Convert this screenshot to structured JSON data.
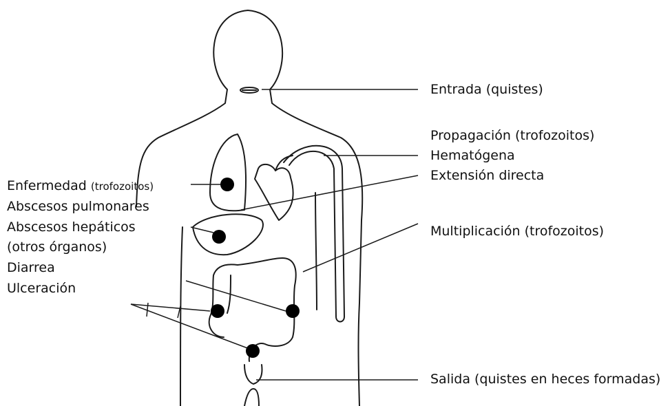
{
  "labels": {
    "entrada": "Entrada (quistes)",
    "propagacion": "Propagación (trofozoitos)",
    "hematogena": "Hematógena",
    "extension": "Extensión directa",
    "multiplicacion": "Multiplicación (trofozoitos)",
    "salida": "Salida (quistes en heces formadas)",
    "enfermedad_main": "Enfermedad ",
    "enfermedad_note": "(trofozoitos)",
    "abscesos_pulmonares": "Abscesos pulmonares",
    "abscesos_hepaticos": "Abscesos hepáticos",
    "otros_organos": "(otros órganos)",
    "diarrea": "Diarrea",
    "ulceracion": "Ulceración"
  },
  "colors": {
    "line": "#1a1a1a",
    "dot": "#000000",
    "text": "#111111"
  }
}
